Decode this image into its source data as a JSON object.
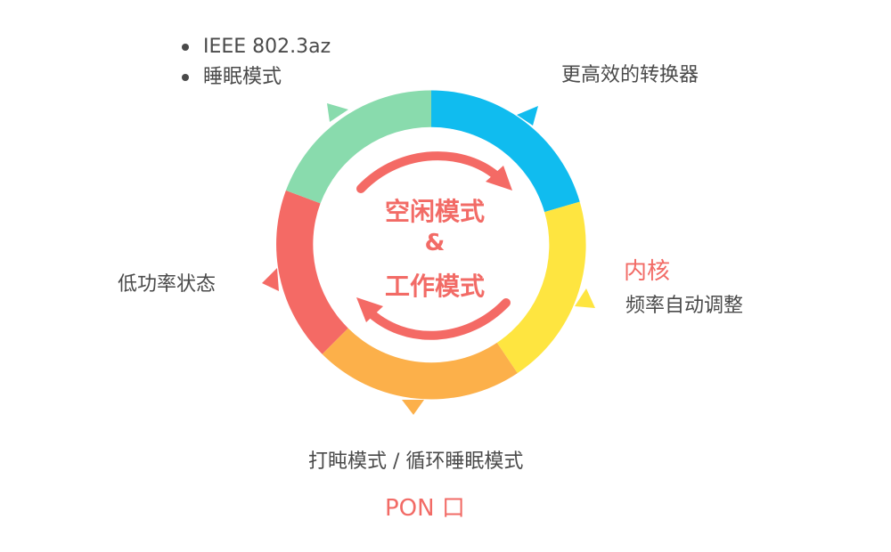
{
  "center": {
    "line1": "空闲模式",
    "line2": "&",
    "line3": "工作模式"
  },
  "labels": {
    "top_left": [
      "IEEE 802.3az",
      "睡眠模式"
    ],
    "top_right": "更高效的转换器",
    "right_title": "内核",
    "right_sub": "频率自动调整",
    "bottom": "打盹模式 / 循环睡眠模式",
    "bottom_title": "PON 口",
    "left": "低功率状态"
  },
  "colors": {
    "blue": "#10bcef",
    "yellow": "#fee540",
    "orange": "#fcb04a",
    "red": "#f46a65",
    "green": "#89dbad",
    "accent": "#f26b66",
    "text": "#4a4a4a"
  }
}
